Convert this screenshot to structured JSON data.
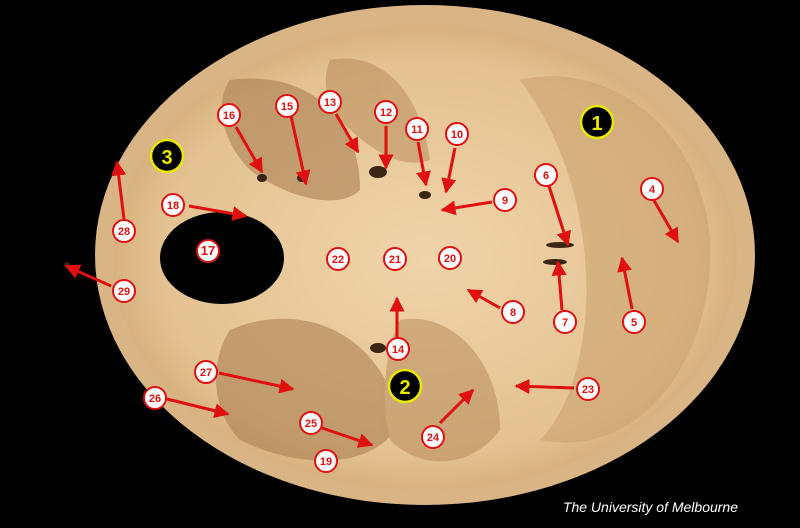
{
  "image": {
    "subject": "skull-base",
    "background_color": "#000000",
    "bone_color": "#e8c79b",
    "arrow_color": "#e01010",
    "marker_fill": "#ffffff",
    "region_marker_fill": "#000000",
    "region_marker_ring": "#e8e800"
  },
  "region_markers": [
    {
      "id": "r1",
      "label": "1"
    },
    {
      "id": "r2",
      "label": "2"
    },
    {
      "id": "r3",
      "label": "3"
    }
  ],
  "markers": [
    {
      "id": "m4",
      "label": "4"
    },
    {
      "id": "m5",
      "label": "5"
    },
    {
      "id": "m6",
      "label": "6"
    },
    {
      "id": "m7",
      "label": "7"
    },
    {
      "id": "m8",
      "label": "8"
    },
    {
      "id": "m9",
      "label": "9"
    },
    {
      "id": "m10",
      "label": "10"
    },
    {
      "id": "m11",
      "label": "11"
    },
    {
      "id": "m12",
      "label": "12"
    },
    {
      "id": "m13",
      "label": "13"
    },
    {
      "id": "m14",
      "label": "14"
    },
    {
      "id": "m15",
      "label": "15"
    },
    {
      "id": "m16",
      "label": "16"
    },
    {
      "id": "m17",
      "label": "17"
    },
    {
      "id": "m18",
      "label": "18"
    },
    {
      "id": "m19",
      "label": "19"
    },
    {
      "id": "m20",
      "label": "20"
    },
    {
      "id": "m21",
      "label": "21"
    },
    {
      "id": "m22",
      "label": "22"
    },
    {
      "id": "m23",
      "label": "23"
    },
    {
      "id": "m24",
      "label": "24"
    },
    {
      "id": "m25",
      "label": "25"
    },
    {
      "id": "m26",
      "label": "26"
    },
    {
      "id": "m27",
      "label": "27"
    },
    {
      "id": "m28",
      "label": "28"
    },
    {
      "id": "m29",
      "label": "29"
    }
  ],
  "credit": "The University of Melbourne"
}
